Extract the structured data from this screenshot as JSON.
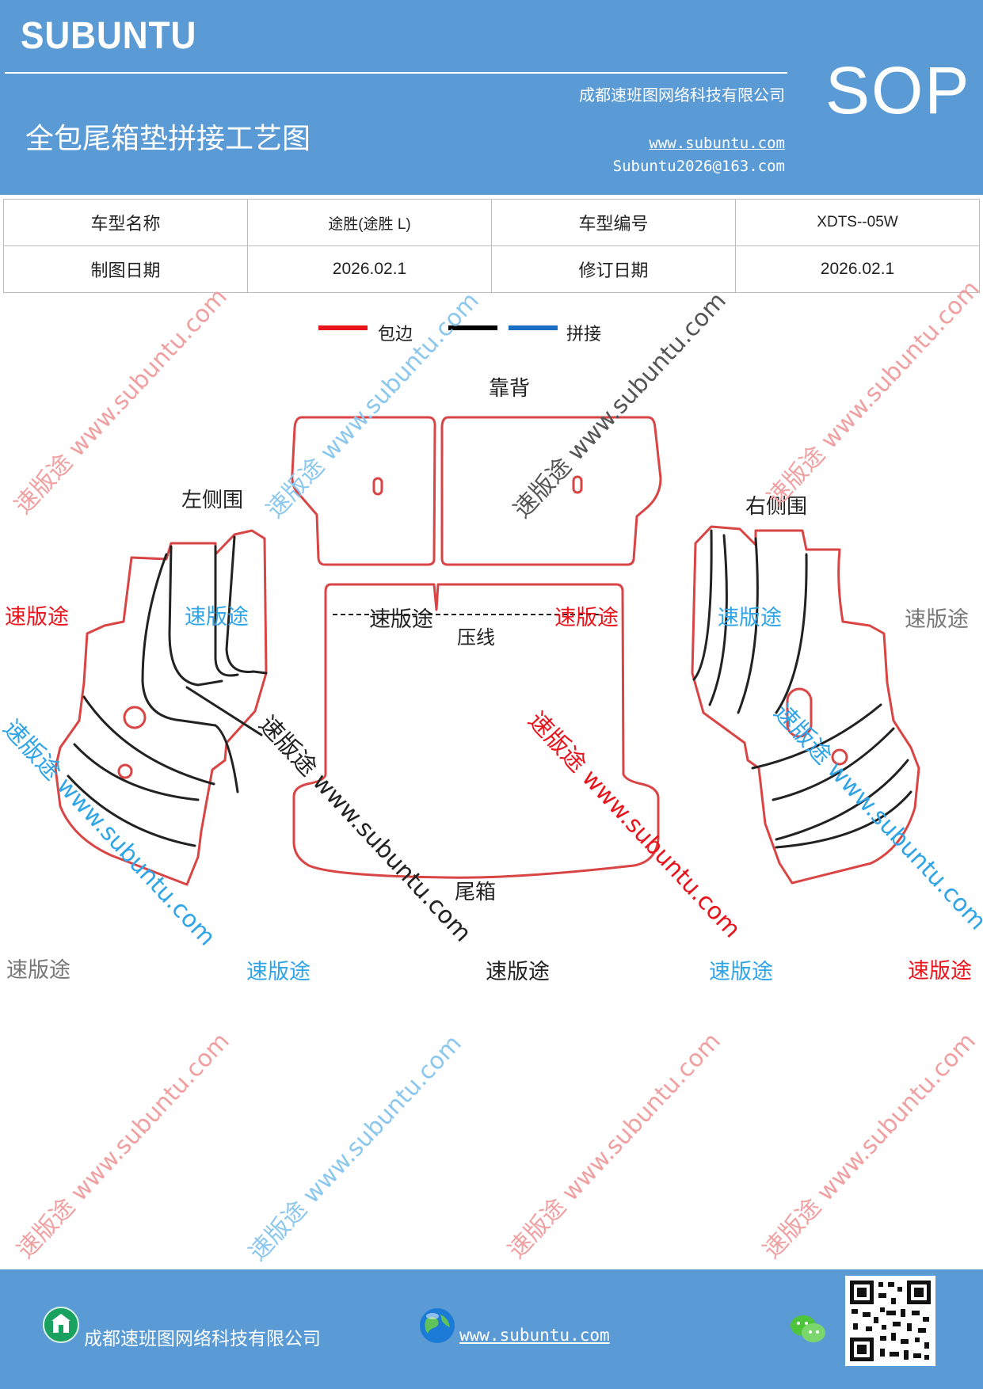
{
  "header": {
    "logo": "SUBUNTU",
    "company": "成都速班图网络科技有限公司",
    "title": "全包尾箱垫拼接工艺图",
    "website": "www.subuntu.com",
    "email": "Subuntu2026@163.com",
    "badge": "SOP",
    "bg_color": "#5b9bd5"
  },
  "info_table": {
    "rows": [
      [
        "车型名称",
        "途胜(途胜 L)",
        "车型编号",
        "XDTS--05W"
      ],
      [
        "制图日期",
        "2026.02.1",
        "修订日期",
        "2026.02.1"
      ]
    ]
  },
  "legend": {
    "items": [
      {
        "label": "包边",
        "color": "#e8141c"
      },
      {
        "label": "",
        "color": "#000000"
      },
      {
        "label": "拼接",
        "color": "#1a6fc4"
      }
    ]
  },
  "diagram": {
    "labels": {
      "back": "靠背",
      "left": "左侧围",
      "right": "右侧围",
      "crease": "压线",
      "trunk": "尾箱"
    },
    "edge_color": "#d94444",
    "seam_color": "#222222"
  },
  "watermarks": {
    "brand": "速版途",
    "url": "www.subuntu.com",
    "rotated": "速版途 www.subuntu.com"
  },
  "footer": {
    "company": "成都速班图网络科技有限公司",
    "website": "www.subuntu.com"
  }
}
